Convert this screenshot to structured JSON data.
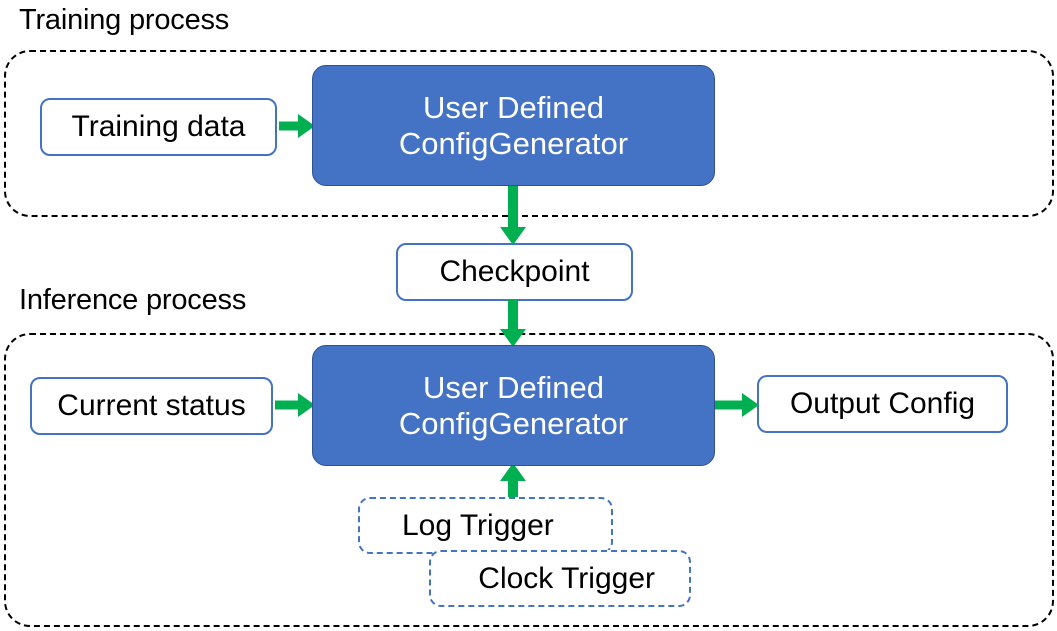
{
  "diagram": {
    "title_training": "Training process",
    "title_inference": "Inference process",
    "accent_blue": "#4472C4",
    "accent_green": "#00B050",
    "container_border": "#000000"
  },
  "training": {
    "caption": "Training process",
    "nodes": {
      "training_data": "Training data",
      "generator_line1": "User Defined",
      "generator_line2": "ConfigGenerator"
    }
  },
  "bridge": {
    "checkpoint": "Checkpoint"
  },
  "inference": {
    "caption": "Inference process",
    "nodes": {
      "current_status": "Current status",
      "generator_line1": "User Defined",
      "generator_line2": "ConfigGenerator",
      "output_config": "Output Config",
      "log_trigger": "Log Trigger",
      "clock_trigger": "Clock Trigger"
    }
  },
  "connectors": [
    {
      "name": "training-data-to-generator",
      "from": "Training data",
      "to": "User Defined ConfigGenerator",
      "direction": "right"
    },
    {
      "name": "generator-to-checkpoint",
      "from": "User Defined ConfigGenerator",
      "to": "Checkpoint",
      "direction": "down"
    },
    {
      "name": "checkpoint-to-generator",
      "from": "Checkpoint",
      "to": "User Defined ConfigGenerator",
      "direction": "down"
    },
    {
      "name": "current-status-to-generator",
      "from": "Current status",
      "to": "User Defined ConfigGenerator",
      "direction": "right"
    },
    {
      "name": "generator-to-output-config",
      "from": "User Defined ConfigGenerator",
      "to": "Output Config",
      "direction": "right"
    },
    {
      "name": "log-trigger-to-generator",
      "from": "Log Trigger",
      "to": "User Defined ConfigGenerator",
      "direction": "up"
    }
  ]
}
